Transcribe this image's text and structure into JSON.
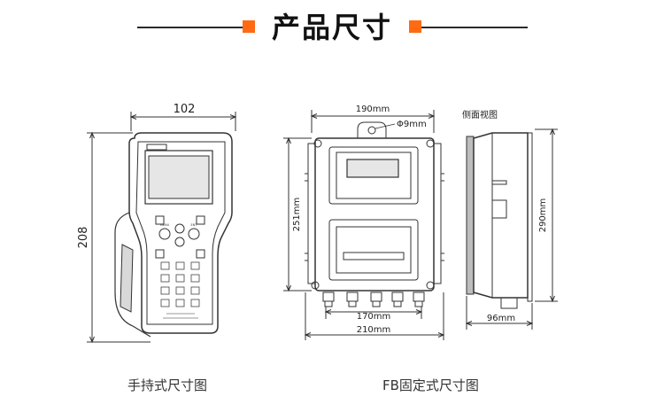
{
  "header": {
    "title": "产品尺寸",
    "accent_color": "#ff6a13"
  },
  "handheld": {
    "width_label": "102",
    "height_label": "208",
    "keypad_labels": [
      "MENU",
      "ENT"
    ],
    "caption": "手持式尺寸图"
  },
  "fixed": {
    "width_top_label": "190mm",
    "hole_label": "Φ9mm",
    "height_label": "251mm",
    "bottom_inner_label": "170mm",
    "bottom_outer_label": "210mm",
    "side_view_label": "侧面视图",
    "side_height_label": "290mm",
    "side_depth_label": "96mm",
    "caption": "FB固定式尺寸图"
  }
}
